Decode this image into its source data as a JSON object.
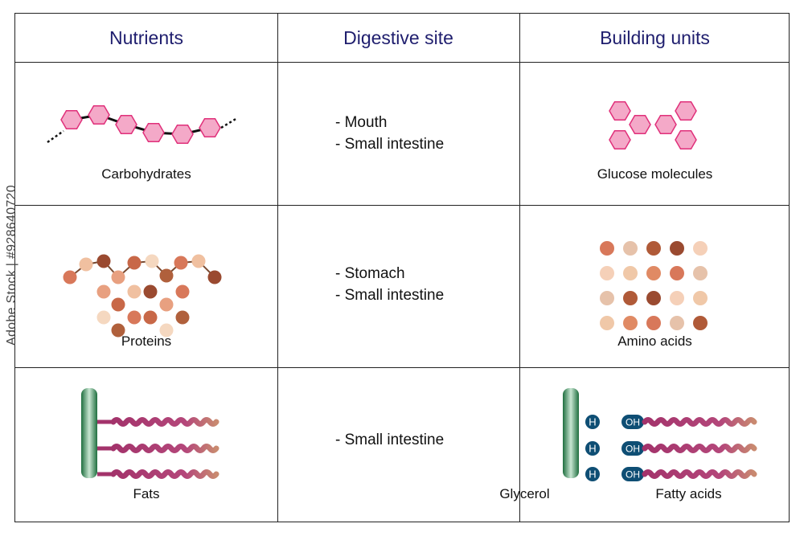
{
  "headers": {
    "nutrients": "Nutrients",
    "site": "Digestive site",
    "units": "Building units"
  },
  "rows": [
    {
      "nutrient": "Carbohydrates",
      "sites": [
        "Mouth",
        "Small intestine"
      ],
      "unit": "Glucose molecules"
    },
    {
      "nutrient": "Proteins",
      "sites": [
        "Stomach",
        "Small intestine"
      ],
      "unit": "Amino acids"
    },
    {
      "nutrient": "Fats",
      "sites": [
        "Small intestine"
      ],
      "unit_left": "Glycerol",
      "unit_right": "Fatty acids"
    }
  ],
  "chem": {
    "h": "H",
    "oh": "OH"
  },
  "watermark": "Adobe Stock | #928640720",
  "colors": {
    "header_text": "#1f1e6e",
    "hexagon": "#f4a9c8",
    "hexagon_stroke": "#e0307a",
    "glycerol": "#1e6e3e",
    "fatty_acid": "#a3336b",
    "ion": "#0e4e74"
  }
}
